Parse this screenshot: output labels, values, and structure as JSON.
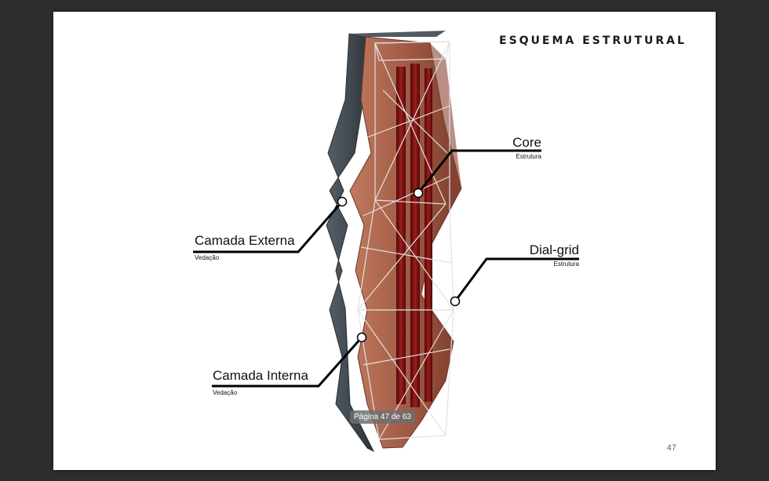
{
  "document": {
    "title": "ESQUEMA ESTRUTURAL",
    "page_number": "47",
    "pager_overlay": "Página 47 de 63"
  },
  "labels": {
    "core": {
      "title": "Core",
      "subtitle": "Estrutura"
    },
    "dial_grid": {
      "title": "Dial-grid",
      "subtitle": "Estrutura"
    },
    "camada_externa": {
      "title": "Camada Externa",
      "subtitle": "Vedação"
    },
    "camada_interna": {
      "title": "Camada Interna",
      "subtitle": "Vedação"
    }
  },
  "colors": {
    "background": "#2e2e2e",
    "page": "#ffffff",
    "outer_skin": "#3e474d",
    "inner_skin": "#a65c45",
    "core": "#7a1414",
    "grid_lines": "#dddddd",
    "leader_lines": "#000000"
  }
}
